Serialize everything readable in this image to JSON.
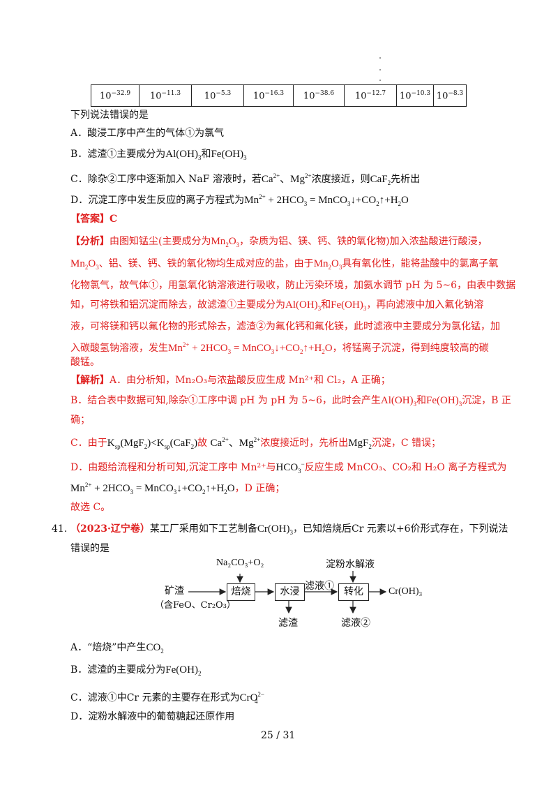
{
  "table_row": [
    "10⁻³²·⁹",
    "10⁻¹¹·³",
    "10⁻⁵·³",
    "10⁻¹⁶·³",
    "10⁻³⁸·⁶",
    "10⁻¹²·⁷",
    "10⁻¹⁰·³",
    "10⁻⁸·³"
  ],
  "table_cells": [
    {
      "base": "10",
      "exp": "−32.9"
    },
    {
      "base": "10",
      "exp": "−11.3"
    },
    {
      "base": "10",
      "exp": "−5.3"
    },
    {
      "base": "10",
      "exp": "−16.3"
    },
    {
      "base": "10",
      "exp": "−38.6"
    },
    {
      "base": "10",
      "exp": "−12.7"
    },
    {
      "base": "10",
      "exp": "−10.3"
    },
    {
      "base": "10",
      "exp": "−8.3"
    }
  ],
  "q40": {
    "stem": "下列说法错误的是",
    "optA": "A．酸浸工序中产生的气体①为氯气",
    "optB_pre": "B．滤渣①主要成分为",
    "optB_mid": "和",
    "optC_pre": "C．除杂②工序中逐渐加入 NaF 溶液时，若",
    "optC_mid": "浓度接近，则",
    "optC_post": "先析出",
    "optD_pre": "D．沉淀工序中发生反应的离子方程式为",
    "answer_label": "【答案】",
    "answer": "C",
    "analysis_label": "【分析】",
    "analysis_1a": "由图知锰尘(主要成分为",
    "analysis_1b": "，杂质为铝、镁、钙、铁的氧化物)加入浓盐酸进行酸浸，",
    "analysis_2a": "、铝、镁、钙、铁的氧化物均生成对应的盐，由于",
    "analysis_2b": "具有氧化性，能将盐酸中的氯离子氧",
    "analysis_3": "化物氯气，故气体①，用氢氧化钠溶液进行吸收，防止污染环境，加氨水调节 pH 为 5~6，由表中数据",
    "analysis_4a": "知，可将铁和铝沉淀而除去，故滤渣①主要成分为",
    "analysis_4b": "和",
    "analysis_4c": "，再向滤液中加入氟化钠溶",
    "analysis_5": "液，可将镁和钙以氟化物的形式除去，滤渣②为氟化钙和氟化镁，此时滤液中主要成分为氯化锰，加",
    "analysis_6a": "入碳酸氢钠溶液，发生",
    "analysis_6b": "，将锰离子沉淀，得到纯度较高的碳",
    "analysis_7": "酸锰。",
    "explain_label": "【解析】",
    "explain_A": "A．由分析知，Mn₂O₃与浓盐酸反应生成 Mn²⁺和 Cl₂，A 正确；",
    "explain_B1a": "B．结合表中数据可知,除杂①工序中调 pH 为 pH 为 5~6，此时会产生",
    "explain_B1b": "和",
    "explain_B1c": "沉淀，B 正",
    "explain_B2": "确；",
    "explain_C_a": "C．由于",
    "explain_C_b": "故",
    "explain_C_c": "浓度接近时，先析出",
    "explain_C_d": "沉淀，C 错误；",
    "explain_D1a": "D．由题给流程和分析可知,沉淀工序中 Mn²⁺与",
    "explain_D1b": "反应生成 MnCO₃、CO₂和 H₂O 离子方程式为",
    "explain_D2": "，D 正确；",
    "conclusion": "故选 C。"
  },
  "q41": {
    "number": "41.",
    "source": "（2023·辽宁卷）",
    "stem_a": "某工厂采用如下工艺制备",
    "stem_b": "，已知焙烧后Cr 元素以+6价形式存在，下列说法",
    "stem_c": "错误的是",
    "optA_pre": "A．“焙烧”中产生",
    "optB_pre": "B．滤渣的主要成分为",
    "optC_pre": "C．滤液①中Cr 元素的主要存在形式为",
    "optD": "D．淀粉水解液中的葡萄糖起还原作用",
    "flow": {
      "feed_1": "矿渣",
      "feed_2": "（含FeO、Cr₂O₃）",
      "reagent_1": "Na₂CO₃+O₂",
      "step_1": "焙烧",
      "step_2": "水浸",
      "filtrate_1": "滤液①",
      "reagent_2": "淀粉水解液",
      "step_3": "转化",
      "product": "Cr(OH)₃",
      "residue": "滤渣",
      "filtrate_2": "滤液②"
    }
  },
  "footer": {
    "page": "25",
    "sep": "/",
    "total": "31"
  }
}
